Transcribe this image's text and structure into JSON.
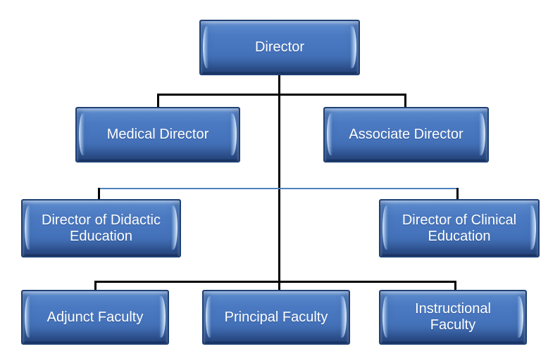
{
  "diagram": {
    "type": "org-chart",
    "background": "#ffffff",
    "nodes": [
      {
        "id": "director",
        "label": "Director",
        "level": 1,
        "reports_to": null
      },
      {
        "id": "medical-director",
        "label": "Medical Director",
        "level": 2,
        "reports_to": "director"
      },
      {
        "id": "associate-director",
        "label": "Associate Director",
        "level": 2,
        "reports_to": "director"
      },
      {
        "id": "director-of-didactic-education",
        "label": "Director of Didactic Education",
        "level": 3,
        "reports_to": "director"
      },
      {
        "id": "director-of-clinical-education",
        "label": "Director of Clinical Education",
        "level": 3,
        "reports_to": "director"
      },
      {
        "id": "adjunct-faculty",
        "label": "Adjunct Faculty",
        "level": 4,
        "reports_to": "director"
      },
      {
        "id": "principal-faculty",
        "label": "Principal Faculty",
        "level": 4,
        "reports_to": "director"
      },
      {
        "id": "instructional-faculty",
        "label": "Instructional Faculty",
        "level": 4,
        "reports_to": "director"
      }
    ],
    "colors": {
      "node_fill": "#4472c4",
      "node_fill_highlight": "#a5c8f2",
      "node_border": "#1e4175",
      "node_text": "#ffffff",
      "connector_black": "#000000",
      "connector_blue": "#4f81bd"
    }
  }
}
